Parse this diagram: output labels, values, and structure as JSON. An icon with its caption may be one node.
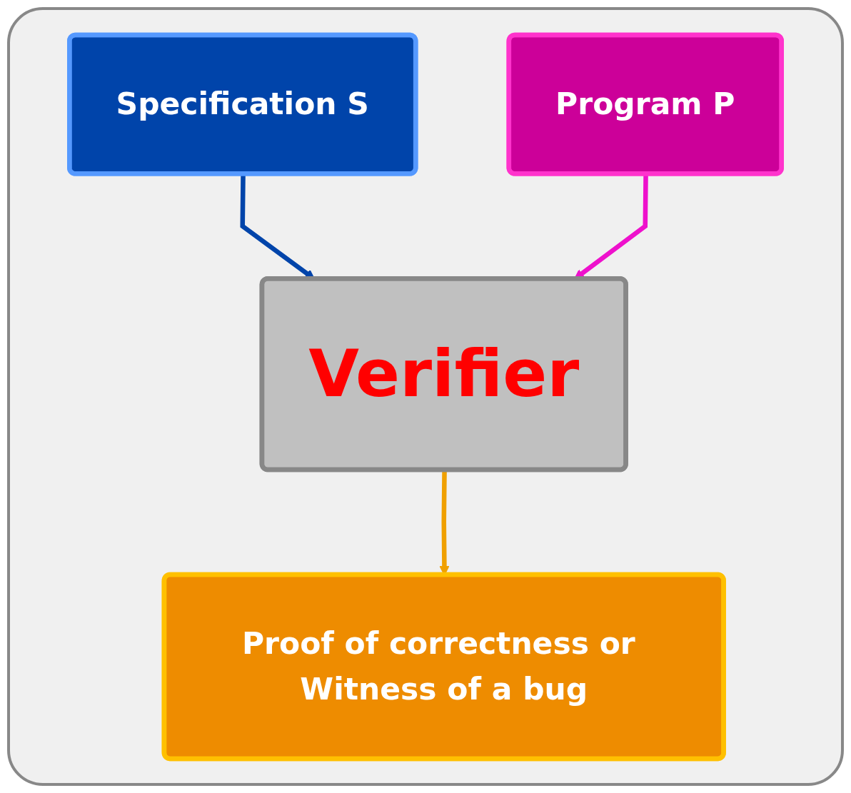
{
  "diagram": {
    "nodes": [
      {
        "text": [
          "Specification S"
        ]
      },
      {
        "text": [
          "Program P"
        ]
      },
      {
        "text": [
          "Verifier"
        ]
      },
      {
        "text": [
          "Proof of correctness or Witness of a bug"
        ]
      }
    ],
    "edges": [
      {
        "from": 0,
        "to": 2,
        "arrow": "to",
        "color": "#0044aa"
      },
      {
        "from": 1,
        "to": 2,
        "arrow": "to",
        "color": "#ee11cc"
      },
      {
        "from": 2,
        "to": 3,
        "arrow": "to",
        "color": "#f0a000"
      }
    ]
  }
}
